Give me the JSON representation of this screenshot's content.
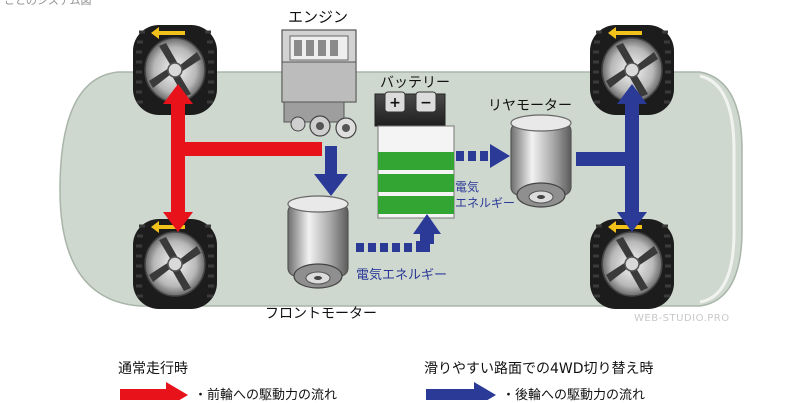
{
  "diagram": {
    "header_partial": "ことのシステム図",
    "labels": {
      "engine": "エンジン",
      "battery": "バッテリー",
      "rear_motor": "リヤモーター",
      "front_motor": "フロントモーター",
      "elec_energy_a": "電気",
      "elec_energy_b": "エネルギー",
      "elec_energy_front": "電気エネルギー",
      "battery_plus": "+",
      "battery_minus": "−"
    },
    "watermark": "WEB-STUDIO.PRO",
    "legend": {
      "normal_title": "通常走行時",
      "normal_desc": "・前輪への駆動力の流れ",
      "slip_title": "滑りやすい路面での4WD切り替え時",
      "slip_desc": "・後輪への駆動力の流れ"
    },
    "colors": {
      "front_drive": "#e8121b",
      "rear_drive": "#2b3a97",
      "chassis": "#cfd8cf",
      "battery_charge": "#33a532",
      "tire": "#1c1c1c"
    }
  }
}
